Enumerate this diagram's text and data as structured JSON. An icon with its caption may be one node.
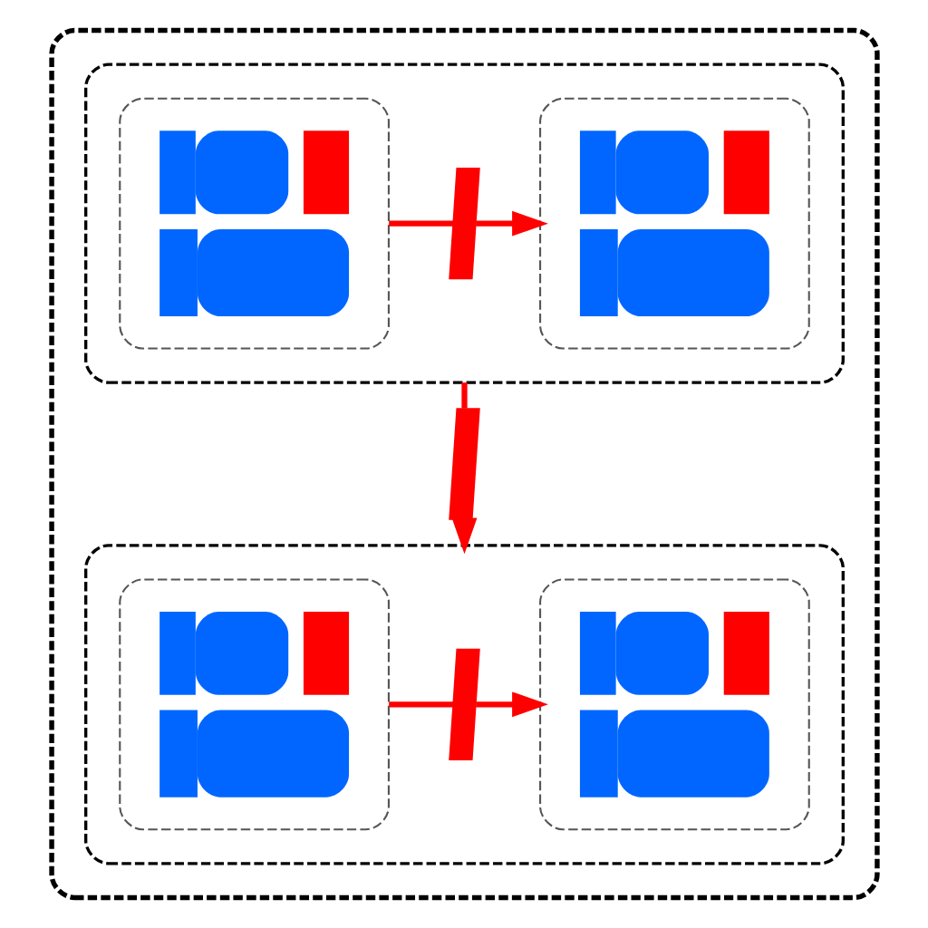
{
  "diagram": {
    "nodes": [
      {
        "text": [],
        "shape": "box"
      },
      {
        "text": [],
        "shape": "box",
        "in": 0
      },
      {
        "text": [],
        "shape": "picture",
        "in": 1
      },
      {
        "text": [],
        "shape": "picture",
        "in": 1
      },
      {
        "text": [],
        "shape": "picture",
        "in": 1
      },
      {
        "text": [],
        "shape": "picture",
        "in": 0
      },
      {
        "text": [],
        "shape": "box",
        "in": 0
      },
      {
        "text": [],
        "shape": "picture",
        "in": 6
      },
      {
        "text": [],
        "shape": "picture",
        "in": 6
      },
      {
        "text": [],
        "shape": "picture",
        "in": 6
      }
    ],
    "edges": [
      {
        "from": 2,
        "to": 3,
        "arrow": "none"
      },
      {
        "from": 3,
        "to": 4,
        "arrow": "to"
      },
      {
        "from": 1,
        "to": 5,
        "arrow": "none"
      },
      {
        "from": 5,
        "to": 6,
        "arrow": "to"
      },
      {
        "from": 7,
        "to": 8,
        "arrow": "none"
      },
      {
        "from": 8,
        "to": 9,
        "arrow": "to"
      }
    ]
  }
}
